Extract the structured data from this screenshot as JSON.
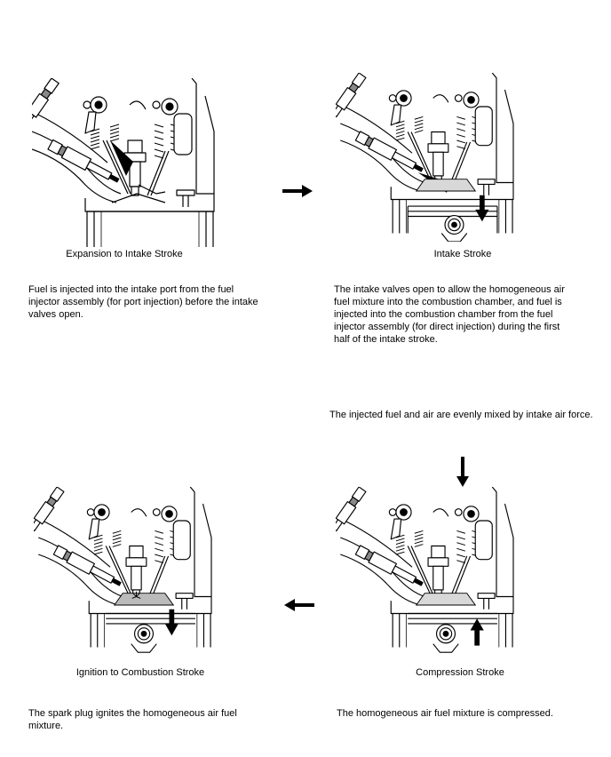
{
  "stages": [
    {
      "caption": "Expansion to Intake Stroke",
      "description": "Fuel is injected into the intake port from the fuel injector assembly (for port injection) before the intake valves open.",
      "piston_motion": "none"
    },
    {
      "caption": "Intake Stroke",
      "description": "The intake valves open to allow the homogeneous air fuel mixture into the combustion chamber, and fuel is injected into the combustion chamber from the fuel injector assembly (for direct injection) during the first half of the intake stroke.",
      "piston_motion": "down"
    },
    {
      "caption": "Compression Stroke",
      "description": "The homogeneous air fuel mixture is compressed.",
      "piston_motion": "up"
    },
    {
      "caption": "Ignition to Combustion Stroke",
      "description": "The spark plug ignites the homogeneous air fuel mixture.",
      "piston_motion": "down"
    }
  ],
  "transition_note": "The injected fuel and air are evenly mixed by intake air force.",
  "flow_arrows": [
    "right",
    "down",
    "left"
  ]
}
